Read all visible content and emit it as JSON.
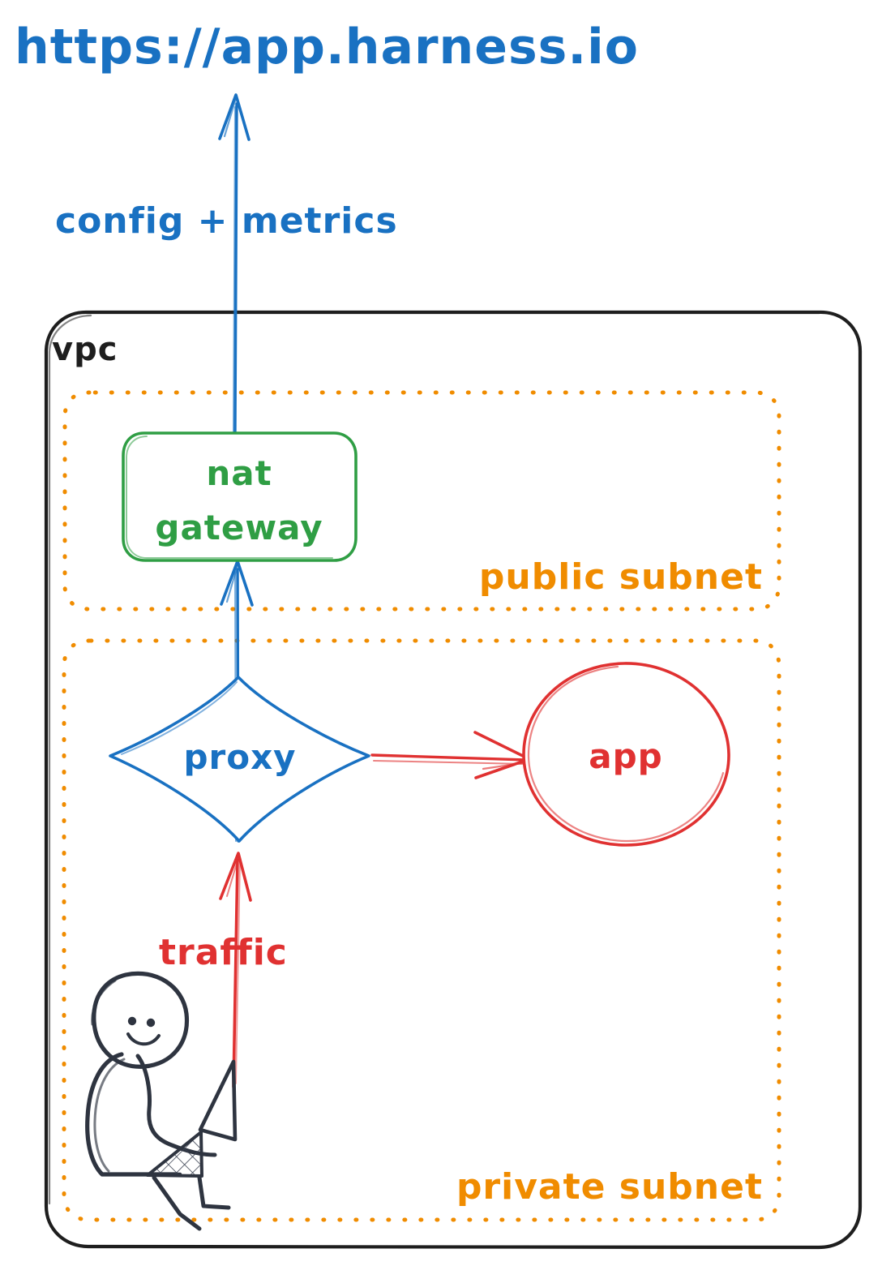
{
  "diagram": {
    "title": "https://app.harness.io",
    "style": "hand-drawn sketch architecture diagram",
    "colors": {
      "blue": "#1971c2",
      "green": "#2f9e44",
      "orange": "#f08c00",
      "red": "#e03131",
      "black": "#1e1e1e",
      "background": "#ffffff"
    },
    "labels": {
      "endpoint": "https://app.harness.io",
      "config_metrics": "config + metrics",
      "vpc": "vpc",
      "public_subnet": "public subnet",
      "private_subnet": "private subnet",
      "traffic": "traffic"
    },
    "nodes": [
      {
        "id": "nat-gateway",
        "label_line1": "nat",
        "label_line2": "gateway",
        "shape": "rounded-rectangle",
        "color": "#2f9e44",
        "container": "public subnet"
      },
      {
        "id": "proxy",
        "label": "proxy",
        "shape": "diamond",
        "color": "#1971c2",
        "container": "private subnet"
      },
      {
        "id": "app",
        "label": "app",
        "shape": "ellipse",
        "color": "#e03131",
        "container": "private subnet"
      },
      {
        "id": "user",
        "label": "",
        "shape": "person-with-laptop",
        "color": "#1e1e1e",
        "container": "private subnet"
      }
    ],
    "edges": [
      {
        "from": "nat-gateway",
        "to": "endpoint",
        "label": "config + metrics",
        "color": "#1971c2",
        "direction": "up"
      },
      {
        "from": "proxy",
        "to": "nat-gateway",
        "label": "",
        "color": "#1971c2",
        "direction": "up"
      },
      {
        "from": "proxy",
        "to": "app",
        "label": "",
        "color": "#e03131",
        "direction": "right"
      },
      {
        "from": "user",
        "to": "proxy",
        "label": "traffic",
        "color": "#e03131",
        "direction": "up"
      }
    ]
  }
}
